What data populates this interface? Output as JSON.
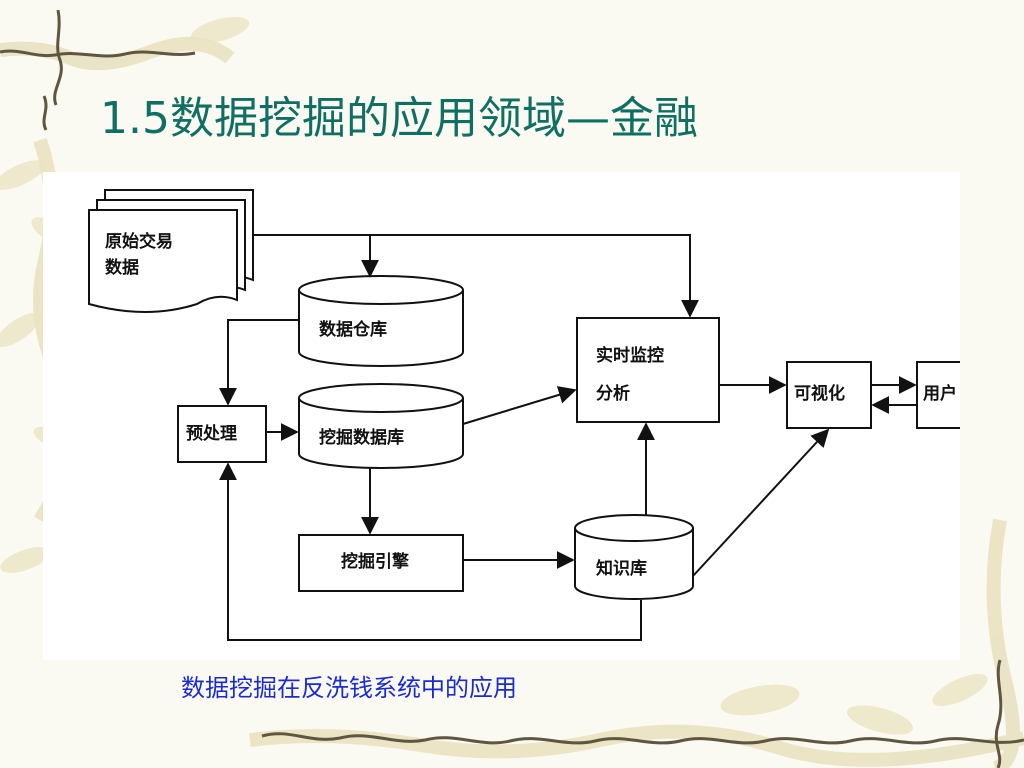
{
  "slide": {
    "title": "1.5数据挖掘的应用领域—金融",
    "caption": "数据挖掘在反洗钱系统中的应用"
  },
  "diagram": {
    "nodes": {
      "raw_data_line1": "原始交易",
      "raw_data_line2": "数据",
      "data_warehouse": "数据仓库",
      "preprocess": "预处理",
      "mining_db": "挖掘数据库",
      "mining_engine": "挖掘引擎",
      "knowledge_base": "知识库",
      "monitor_line1": "实时监控",
      "monitor_line2": "分析",
      "visualization": "可视化",
      "user": "用户"
    }
  },
  "colors": {
    "title": "#0f6f63",
    "caption": "#1a2bd0",
    "vine": "#d8cfa0",
    "vine_dark": "#5e5640"
  }
}
